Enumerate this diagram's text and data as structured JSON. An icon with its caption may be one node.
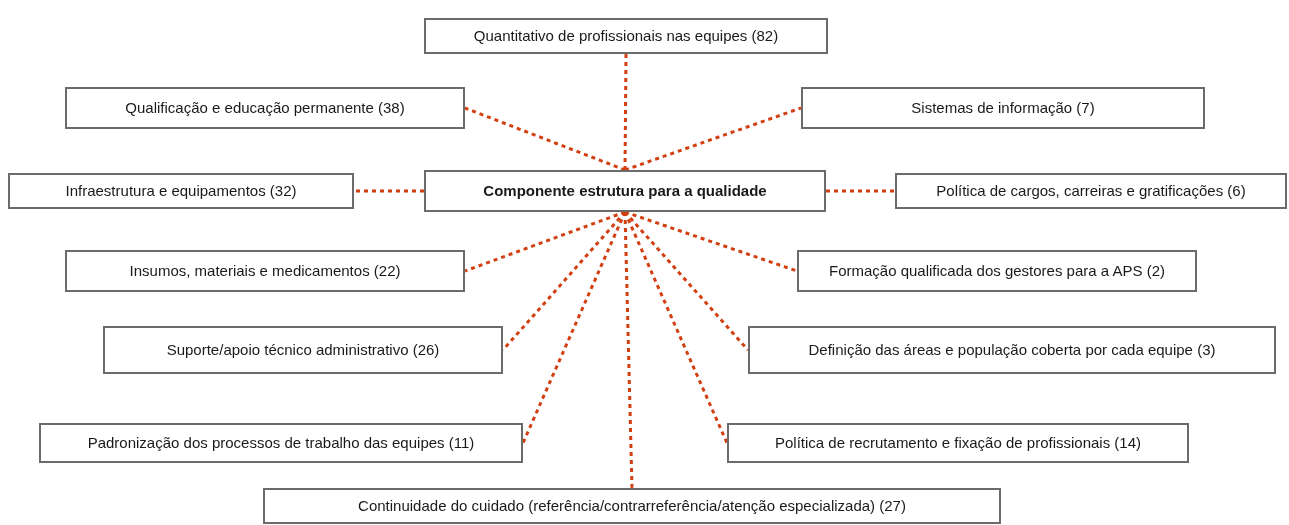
{
  "diagram": {
    "nodes": [
      {
        "text": [
          "Quantitativo de profissionais nas equipes (82)"
        ]
      },
      {
        "text": [
          "Qualificação e educação permanente (38)"
        ]
      },
      {
        "text": [
          "Sistemas de informação (7)"
        ]
      },
      {
        "text": [
          "Infraestrutura e equipamentos (32)"
        ]
      },
      {
        "text": [
          "Componente estrutura para a qualidade"
        ]
      },
      {
        "text": [
          "Política de cargos, carreiras e gratificações (6)"
        ]
      },
      {
        "text": [
          "Insumos, materiais e medicamentos (22)"
        ]
      },
      {
        "text": [
          "Formação qualificada dos gestores para a APS (2)"
        ]
      },
      {
        "text": [
          "Suporte/apoio técnico administrativo (26)"
        ]
      },
      {
        "text": [
          "Definição das áreas e população coberta por cada equipe (3)"
        ]
      },
      {
        "text": [
          "Padronização dos processos de trabalho das equipes (11)"
        ]
      },
      {
        "text": [
          "Política de recrutamento e fixação de profissionais (14)"
        ]
      },
      {
        "text": [
          "Continuidade do cuidado (referência/contrarreferência/atenção especializada) (27)"
        ]
      }
    ],
    "edges": [
      {
        "from": 4,
        "to": 0,
        "arrow": "none"
      },
      {
        "from": 4,
        "to": 1,
        "arrow": "none"
      },
      {
        "from": 4,
        "to": 2,
        "arrow": "none"
      },
      {
        "from": 4,
        "to": 3,
        "arrow": "none"
      },
      {
        "from": 4,
        "to": 5,
        "arrow": "none"
      },
      {
        "from": 4,
        "to": 6,
        "arrow": "none"
      },
      {
        "from": 4,
        "to": 7,
        "arrow": "none"
      },
      {
        "from": 4,
        "to": 8,
        "arrow": "none"
      },
      {
        "from": 4,
        "to": 9,
        "arrow": "none"
      },
      {
        "from": 4,
        "to": 10,
        "arrow": "none"
      },
      {
        "from": 4,
        "to": 11,
        "arrow": "none"
      },
      {
        "from": 4,
        "to": 12,
        "arrow": "none"
      }
    ]
  }
}
